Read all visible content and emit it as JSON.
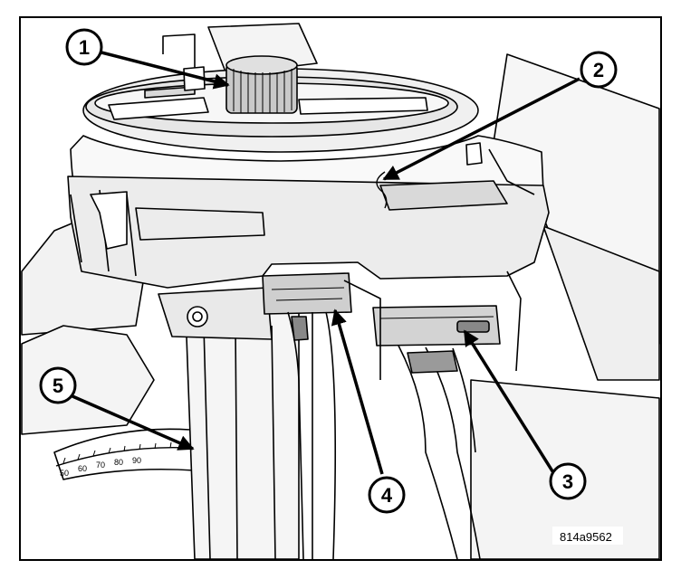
{
  "figure_id": "814a9562",
  "callouts": [
    {
      "number": "1"
    },
    {
      "number": "2"
    },
    {
      "number": "3"
    },
    {
      "number": "4"
    },
    {
      "number": "5"
    }
  ],
  "gauge_scale": {
    "ticks": [
      "50",
      "60",
      "70",
      "80",
      "90"
    ]
  }
}
